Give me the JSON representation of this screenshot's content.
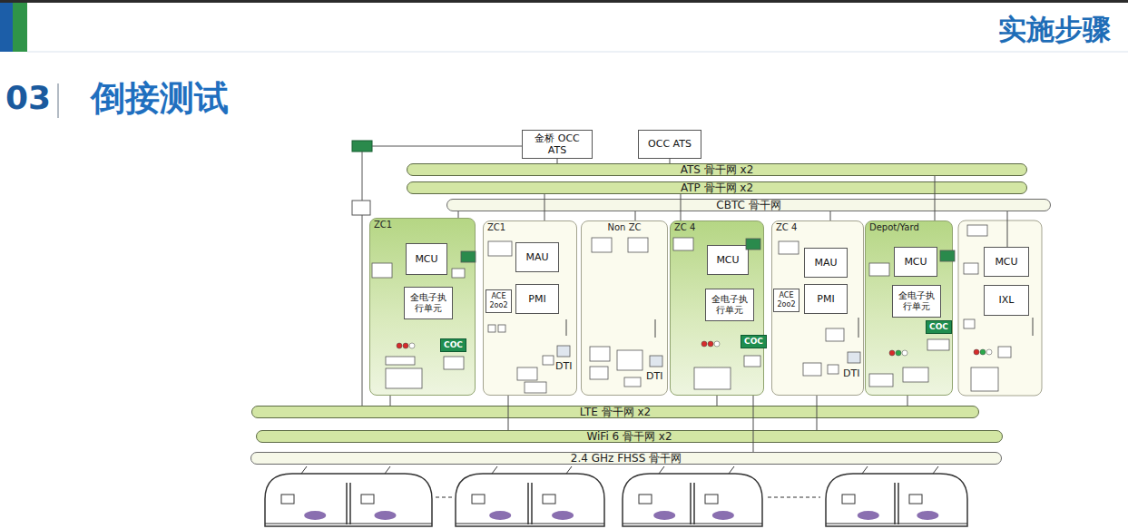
{
  "diagram": {
    "title": "倒接测试",
    "nodes": [
      {
        "text": [
          "金桥 OCC ATS"
        ]
      },
      {
        "text": [
          "OCC ATS"
        ]
      },
      {
        "text": [
          "ATS 骨干网 x2"
        ]
      },
      {
        "text": [
          "ATP 骨干网 x2"
        ]
      },
      {
        "text": [
          "CBTC 骨干网"
        ]
      },
      {
        "text": [
          "ZC1"
        ]
      },
      {
        "text": [
          "MCU"
        ],
        "in": 5
      },
      {
        "text": [
          "全电子执行单元"
        ],
        "in": 5
      },
      {
        "text": [
          "COC"
        ],
        "in": 5
      },
      {
        "text": [
          "ZC1"
        ]
      },
      {
        "text": [
          "MAU"
        ],
        "in": 9
      },
      {
        "text": [
          "PMI"
        ],
        "in": 9
      },
      {
        "text": [
          "ACE 2oo2"
        ],
        "in": 9
      },
      {
        "text": [
          "Non ZC"
        ]
      },
      {
        "text": [
          "ZC 4"
        ]
      },
      {
        "text": [
          "MCU"
        ],
        "in": 14
      },
      {
        "text": [
          "全电子执行单元"
        ],
        "in": 14
      },
      {
        "text": [
          "COC"
        ],
        "in": 14
      },
      {
        "text": [
          "ZC 4"
        ]
      },
      {
        "text": [
          "MAU"
        ],
        "in": 18
      },
      {
        "text": [
          "PMI"
        ],
        "in": 18
      },
      {
        "text": [
          "ACE 2oo2"
        ],
        "in": 18
      },
      {
        "text": [
          "Depot/Yard"
        ]
      },
      {
        "text": [
          "MCU"
        ],
        "in": 22
      },
      {
        "text": [
          "全电子执行单元"
        ],
        "in": 22
      },
      {
        "text": [
          "COC"
        ],
        "in": 22
      },
      {
        "text": [
          "MCU"
        ]
      },
      {
        "text": [
          "IXL"
        ]
      },
      {
        "text": [
          "LTE 骨干网 x2"
        ]
      },
      {
        "text": [
          "WiFi 6 骨干网 x2"
        ]
      },
      {
        "text": [
          "2.4 GHz FHSS 骨干网"
        ]
      }
    ],
    "edges": [
      {
        "from": 0,
        "to": 2,
        "arrow": "none"
      },
      {
        "from": 1,
        "to": 2,
        "arrow": "none"
      },
      {
        "from": 5,
        "to": 4,
        "arrow": "none"
      },
      {
        "from": 9,
        "to": 3,
        "arrow": "none"
      },
      {
        "from": 13,
        "to": 4,
        "arrow": "none"
      },
      {
        "from": 14,
        "to": 3,
        "arrow": "none"
      },
      {
        "from": 18,
        "to": 4,
        "arrow": "none"
      },
      {
        "from": 22,
        "to": 2,
        "arrow": "none"
      },
      {
        "from": 5,
        "to": 28,
        "arrow": "none"
      },
      {
        "from": 14,
        "to": 28,
        "arrow": "none"
      },
      {
        "from": 22,
        "to": 28,
        "arrow": "none"
      },
      {
        "from": 9,
        "to": 29,
        "arrow": "none"
      },
      {
        "from": 18,
        "to": 29,
        "arrow": "none"
      },
      {
        "from": 14,
        "to": 30,
        "arrow": "none"
      },
      {
        "from": 26,
        "to": 4,
        "arrow": "none"
      }
    ],
    "labels": [
      "实施步骤",
      "03",
      "DTI",
      "DTI",
      "DTI"
    ]
  }
}
